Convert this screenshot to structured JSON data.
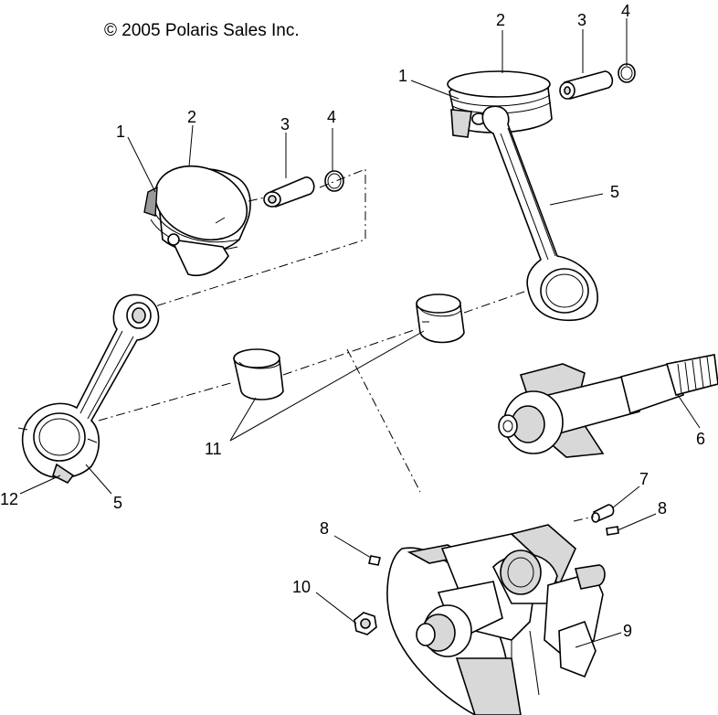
{
  "copyright": "© 2005 Polaris Sales Inc.",
  "callouts": {
    "c1_left": "1",
    "c2_left": "2",
    "c3_left": "3",
    "c4_left": "4",
    "c1_right": "1",
    "c2_right": "2",
    "c3_right": "3",
    "c4_right": "4",
    "c5_right": "5",
    "c5_left": "5",
    "c6": "6",
    "c7": "7",
    "c8_right": "8",
    "c8_left": "8",
    "c9": "9",
    "c10": "10",
    "c11": "11",
    "c12": "12"
  }
}
